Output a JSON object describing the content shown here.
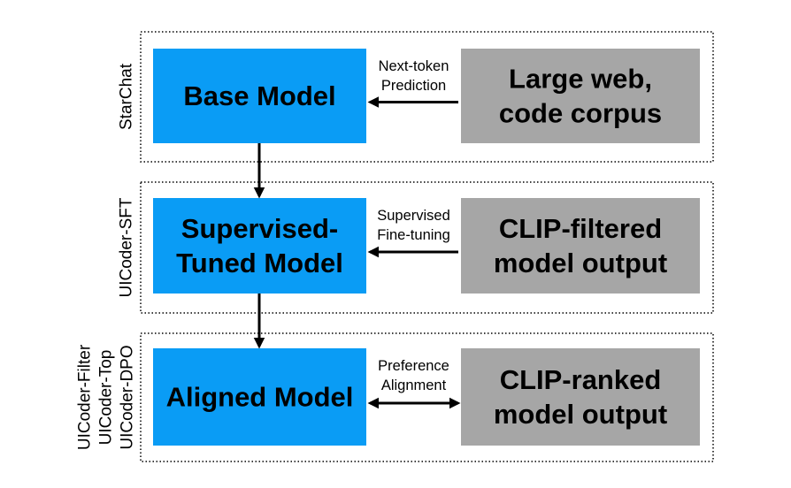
{
  "colors": {
    "model_box": "#0a9cf5",
    "data_box": "#a6a6a6",
    "stage_border": "#000000",
    "arrow": "#000000",
    "text": "#000000"
  },
  "stages": [
    {
      "side_labels": [
        "StarChat"
      ],
      "model_lines": [
        "Base Model"
      ],
      "data_lines": [
        "Large web,",
        "code corpus"
      ],
      "edge_lines": [
        "Next-token",
        "Prediction"
      ],
      "arrow_direction": "left"
    },
    {
      "side_labels": [
        "UICoder-SFT"
      ],
      "model_lines": [
        "Supervised-",
        "Tuned Model"
      ],
      "data_lines": [
        "CLIP-filtered",
        "model output"
      ],
      "edge_lines": [
        "Supervised",
        "Fine-tuning"
      ],
      "arrow_direction": "left"
    },
    {
      "side_labels": [
        "UICoder-Filter",
        "UICoder-Top",
        "UICoder-DPO"
      ],
      "model_lines": [
        "Aligned Model"
      ],
      "data_lines": [
        "CLIP-ranked",
        "model output"
      ],
      "edge_lines": [
        "Preference",
        "Alignment"
      ],
      "arrow_direction": "both"
    }
  ]
}
